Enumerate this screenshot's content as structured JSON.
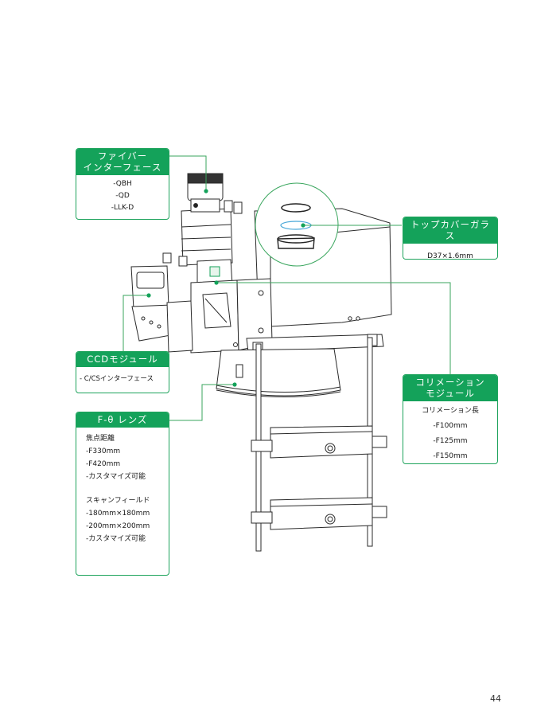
{
  "page": {
    "number": "44"
  },
  "theme": {
    "accent": "#14a25a",
    "line": "#1ea35c",
    "highlight": "#4aa8d8"
  },
  "callouts": {
    "fiber": {
      "title_line1": "ファイバー",
      "title_line2": "インターフェース",
      "items": [
        "-QBH",
        "-QD",
        "-LLK-D"
      ]
    },
    "top_cover": {
      "title": "トップカバーガラス",
      "items": [
        "D37×1.6mm"
      ]
    },
    "ccd": {
      "title": "CCDモジュール",
      "items": [
        "- C/CSインターフェース"
      ]
    },
    "collimation": {
      "title_line1": "コリメーション",
      "title_line2": "モジュール",
      "subtitle": "コリメーション長",
      "items": [
        "-F100mm",
        "-F125mm",
        "-F150mm"
      ]
    },
    "ftheta": {
      "title": "F-θ レンズ",
      "focal_heading": "焦点距離",
      "focal_items": [
        "-F330mm",
        "-F420mm",
        "-カスタマイズ可能"
      ],
      "scan_heading": "スキャンフィールド",
      "scan_items": [
        "-180mm×180mm",
        "-200mm×200mm",
        "-カスタマイズ可能"
      ]
    }
  }
}
